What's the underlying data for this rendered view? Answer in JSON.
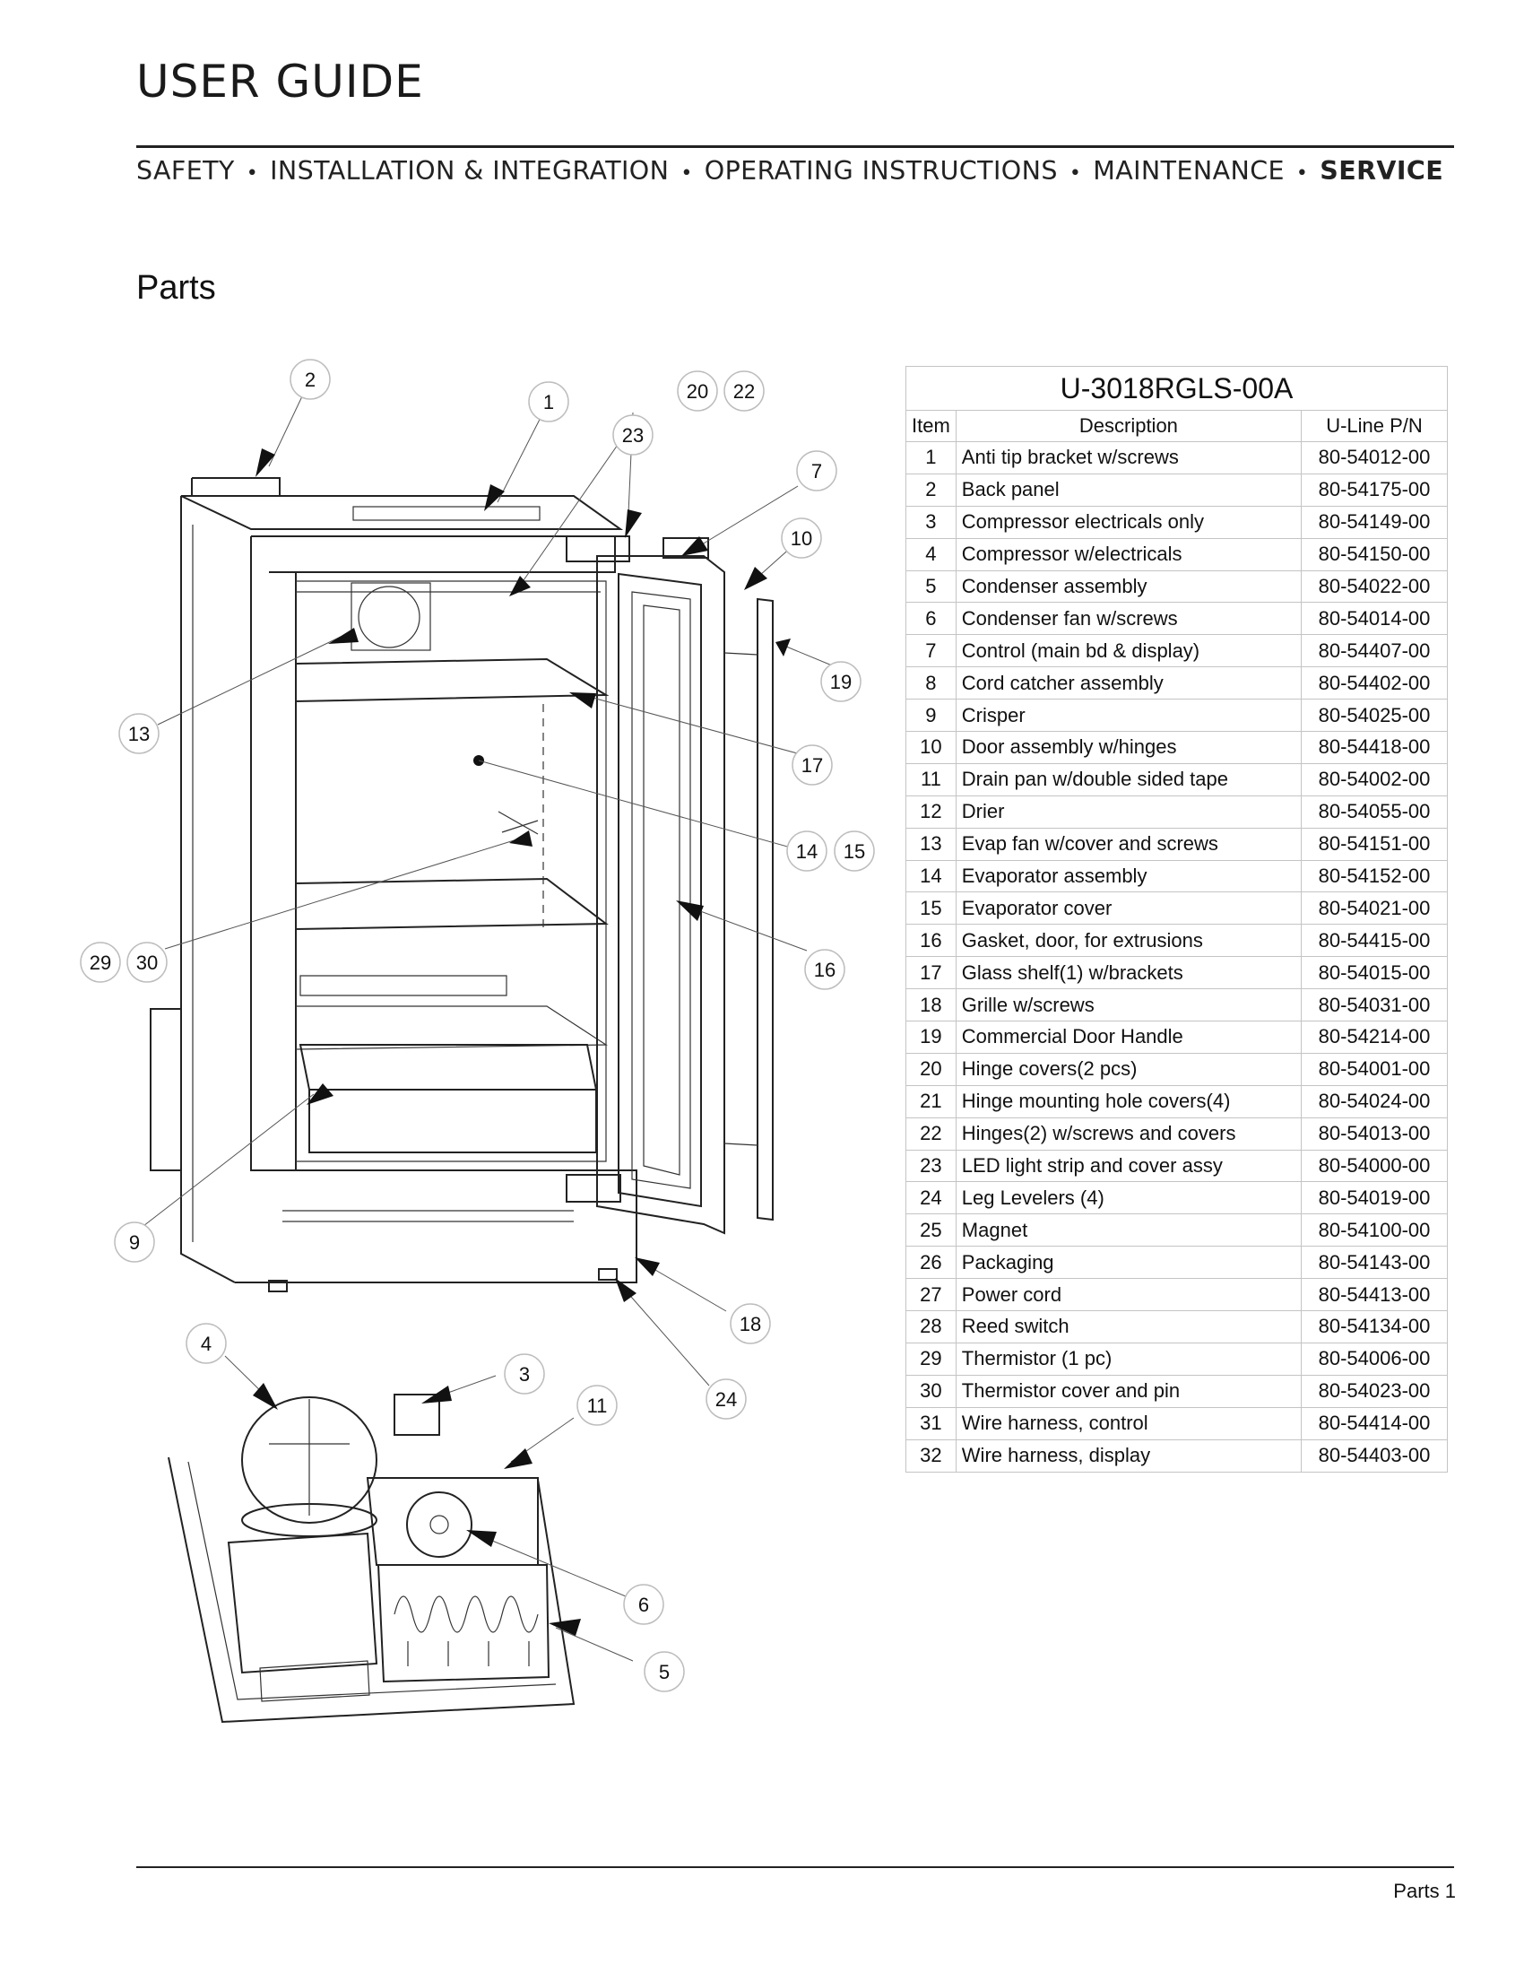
{
  "header": {
    "title": "USER GUIDE",
    "sections": [
      "SAFETY",
      "INSTALLATION & INTEGRATION",
      "OPERATING INSTRUCTIONS",
      "MAINTENANCE",
      "SERVICE"
    ],
    "active_section": "SERVICE",
    "separator": "•"
  },
  "page": {
    "heading": "Parts",
    "footer": "Parts 1"
  },
  "diagram": {
    "callouts": [
      "1",
      "2",
      "3",
      "4",
      "5",
      "6",
      "7",
      "9",
      "10",
      "11",
      "13",
      "14",
      "15",
      "16",
      "17",
      "18",
      "19",
      "20",
      "22",
      "23",
      "24",
      "29",
      "30"
    ]
  },
  "parts_table": {
    "model": "U-3018RGLS-00A",
    "columns": [
      "Item",
      "Description",
      "U-Line P/N"
    ],
    "rows": [
      {
        "item": "1",
        "description": "Anti tip bracket w/screws",
        "pn": "80-54012-00"
      },
      {
        "item": "2",
        "description": "Back panel",
        "pn": "80-54175-00"
      },
      {
        "item": "3",
        "description": "Compressor electricals only",
        "pn": "80-54149-00"
      },
      {
        "item": "4",
        "description": "Compressor w/electricals",
        "pn": "80-54150-00"
      },
      {
        "item": "5",
        "description": "Condenser assembly",
        "pn": "80-54022-00"
      },
      {
        "item": "6",
        "description": "Condenser fan w/screws",
        "pn": "80-54014-00"
      },
      {
        "item": "7",
        "description": "Control (main bd & display)",
        "pn": "80-54407-00"
      },
      {
        "item": "8",
        "description": "Cord catcher assembly",
        "pn": "80-54402-00"
      },
      {
        "item": "9",
        "description": "Crisper",
        "pn": "80-54025-00"
      },
      {
        "item": "10",
        "description": "Door assembly w/hinges",
        "pn": "80-54418-00"
      },
      {
        "item": "11",
        "description": "Drain pan w/double sided tape",
        "pn": "80-54002-00"
      },
      {
        "item": "12",
        "description": "Drier",
        "pn": "80-54055-00"
      },
      {
        "item": "13",
        "description": "Evap fan w/cover and screws",
        "pn": "80-54151-00"
      },
      {
        "item": "14",
        "description": "Evaporator assembly",
        "pn": "80-54152-00"
      },
      {
        "item": "15",
        "description": "Evaporator cover",
        "pn": "80-54021-00"
      },
      {
        "item": "16",
        "description": "Gasket, door, for extrusions",
        "pn": "80-54415-00"
      },
      {
        "item": "17",
        "description": "Glass shelf(1) w/brackets",
        "pn": "80-54015-00"
      },
      {
        "item": "18",
        "description": "Grille w/screws",
        "pn": "80-54031-00"
      },
      {
        "item": "19",
        "description": "Commercial Door Handle",
        "pn": "80-54214-00"
      },
      {
        "item": "20",
        "description": "Hinge covers(2 pcs)",
        "pn": "80-54001-00"
      },
      {
        "item": "21",
        "description": "Hinge mounting hole covers(4)",
        "pn": "80-54024-00"
      },
      {
        "item": "22",
        "description": "Hinges(2) w/screws and covers",
        "pn": "80-54013-00"
      },
      {
        "item": "23",
        "description": "LED light strip and cover assy",
        "pn": "80-54000-00"
      },
      {
        "item": "24",
        "description": "Leg Levelers (4)",
        "pn": "80-54019-00"
      },
      {
        "item": "25",
        "description": "Magnet",
        "pn": "80-54100-00"
      },
      {
        "item": "26",
        "description": "Packaging",
        "pn": "80-54143-00"
      },
      {
        "item": "27",
        "description": "Power cord",
        "pn": "80-54413-00"
      },
      {
        "item": "28",
        "description": "Reed switch",
        "pn": "80-54134-00"
      },
      {
        "item": "29",
        "description": "Thermistor (1 pc)",
        "pn": "80-54006-00"
      },
      {
        "item": "30",
        "description": "Thermistor cover and pin",
        "pn": "80-54023-00"
      },
      {
        "item": "31",
        "description": "Wire harness, control",
        "pn": "80-54414-00"
      },
      {
        "item": "32",
        "description": "Wire harness, display",
        "pn": "80-54403-00"
      }
    ]
  }
}
